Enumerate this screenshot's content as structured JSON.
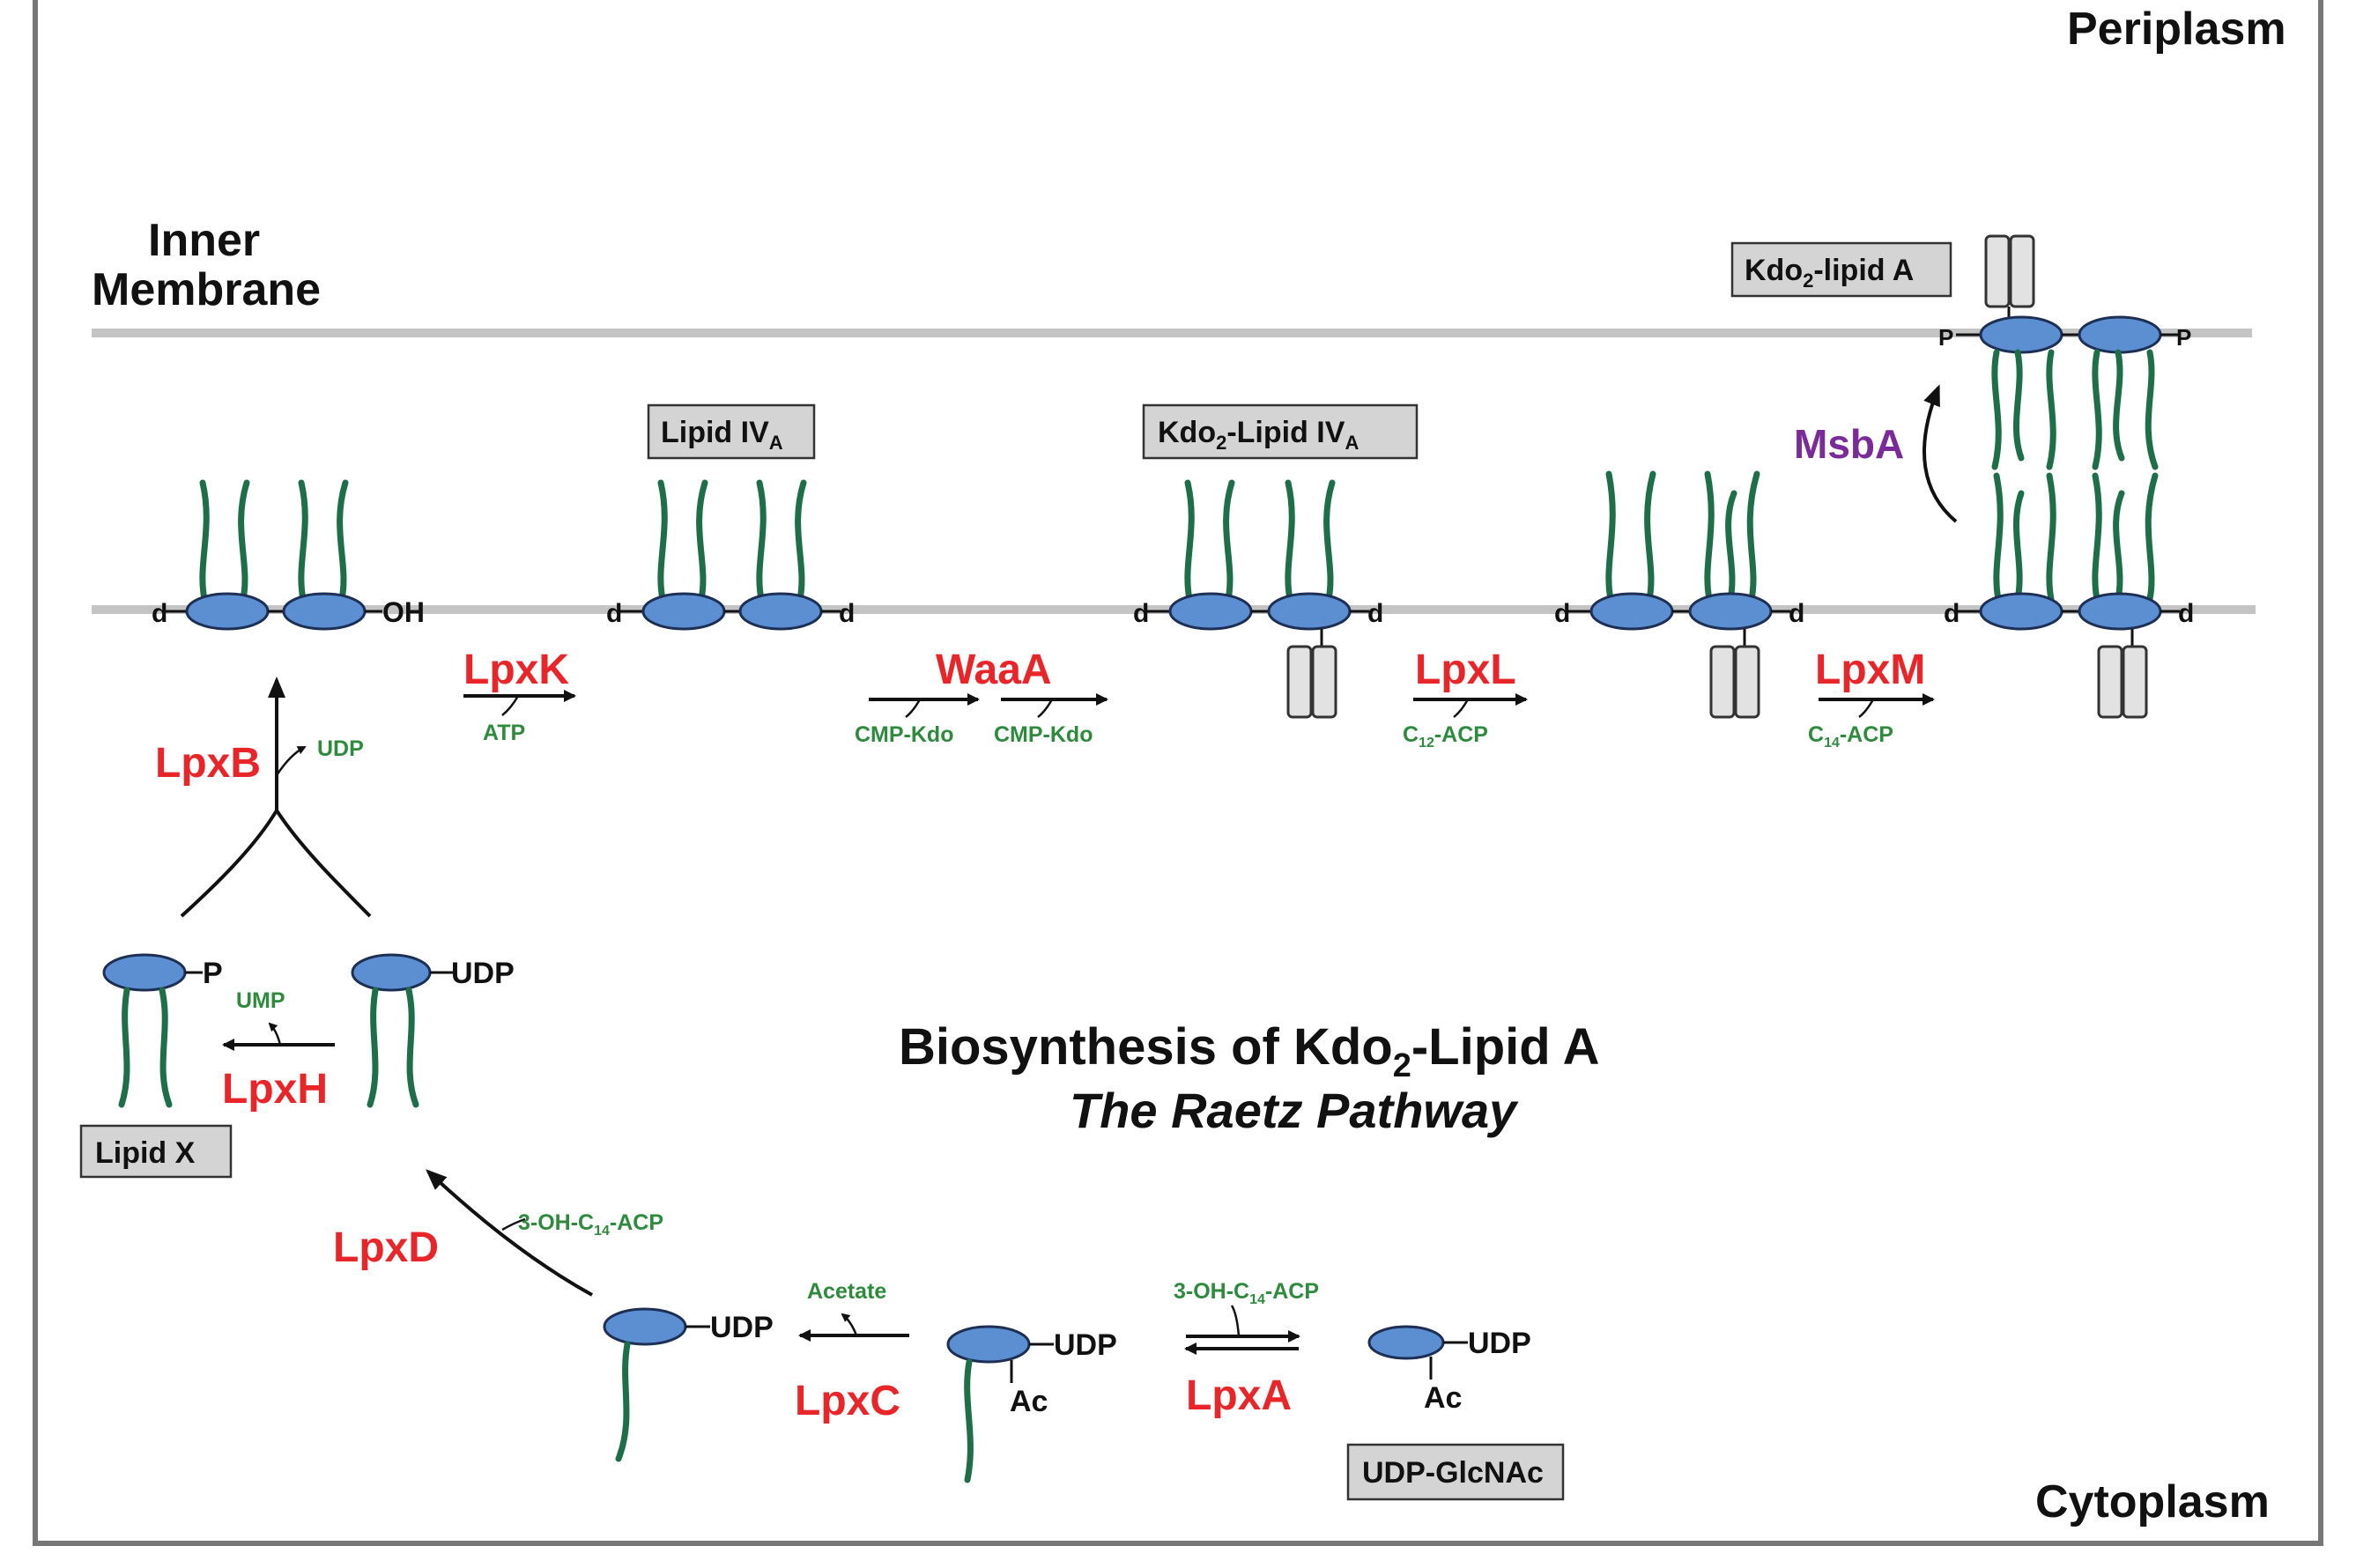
{
  "compartments": {
    "periplasm": "Periplasm",
    "cytoplasm": "Cytoplasm",
    "membrane_line1": "Inner",
    "membrane_line2": "Membrane"
  },
  "title": {
    "main_prefix": "Biosynthesis of Kdo",
    "main_sub": "2",
    "main_suffix": "-Lipid A",
    "subtitle": "The Raetz Pathway"
  },
  "enzymes": {
    "lpxa": "LpxA",
    "lpxc": "LpxC",
    "lpxd": "LpxD",
    "lpxh": "LpxH",
    "lpxb": "LpxB",
    "lpxk": "LpxK",
    "waaa": "WaaA",
    "lpxl": "LpxL",
    "lpxm": "LpxM",
    "msba": "MsbA"
  },
  "cofactors": {
    "lpxa_donor_pre": "3-OH-C",
    "lpxa_donor_sub": "14",
    "lpxa_donor_post": "-ACP",
    "lpxd_donor_pre": "3-OH-C",
    "lpxd_donor_sub": "14",
    "lpxd_donor_post": "-ACP",
    "acetate": "Acetate",
    "ump": "UMP",
    "udp_small": "UDP",
    "atp": "ATP",
    "cmp_kdo_1": "CMP-Kdo",
    "cmp_kdo_2": "CMP-Kdo",
    "lpxl_donor_pre": "C",
    "lpxl_donor_sub": "12",
    "lpxl_donor_post": "-ACP",
    "lpxm_donor_pre": "C",
    "lpxm_donor_sub": "14",
    "lpxm_donor_post": "-ACP"
  },
  "compounds": {
    "udp_glcnac": "UDP-GlcNAc",
    "lipid_x": "Lipid X",
    "lipid_iva_pre": "Lipid IV",
    "lipid_iva_sub": "A",
    "kdo2_lipid_iva_pre": "Kdo",
    "kdo2_lipid_iva_sub1": "2",
    "kdo2_lipid_iva_mid": "-Lipid IV",
    "kdo2_lipid_iva_sub2": "A",
    "kdo2_lipid_a_pre": "Kdo",
    "kdo2_lipid_a_sub": "2",
    "kdo2_lipid_a_post": "-lipid A"
  },
  "groups": {
    "udp": "UDP",
    "ac": "Ac",
    "p": "P",
    "oh": "OH",
    "d": "d"
  },
  "colors": {
    "enzyme": "#e8262a",
    "cofactor": "#2e8b3d",
    "flippase": "#7b2a9a",
    "sugar": "#5b8fd1",
    "acyl_chain": "#1f6e4a",
    "membrane": "#c4c4c4"
  }
}
